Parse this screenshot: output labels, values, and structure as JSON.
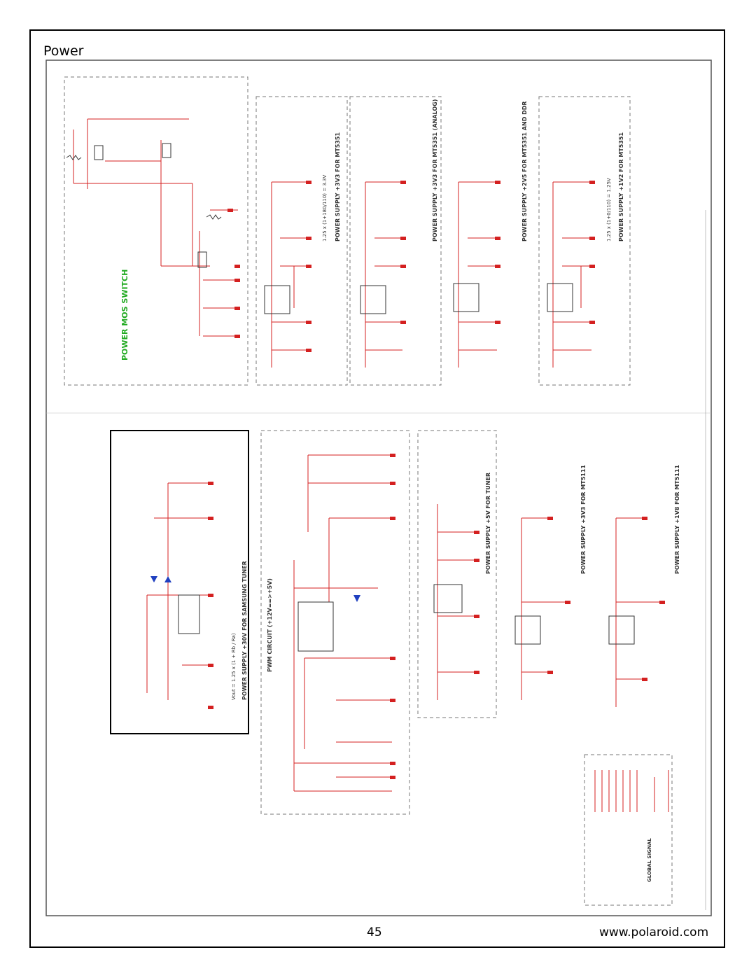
{
  "page": {
    "title": "Power",
    "page_number": "45",
    "website": "www.polaroid.com"
  },
  "sections": {
    "mos_switch": "POWER MOS SWITCH",
    "psu_3v3": "POWER SUPPLY +3V3 FOR MT5351",
    "psu_3v3_analog": "POWER SUPPLY +3V3 FOR MT5351 (ANALOG)",
    "psu_2v5": "POWER SUPPLY +2V5 FOR MT5351 AND DDR",
    "psu_1v2": "POWER SUPPLY +1V2 FOR MT5351",
    "psu_30v": "POWER SUPPLY +30V FOR SAMSUNG TUNER",
    "pwm": "PWM CIRCUIT (+12V==>+5V)",
    "psu_5v_tuner": "POWER SUPPLY +5V FOR TUNER",
    "psu_3v3_mt5111": "POWER SUPPLY +3V3 FOR MT5111",
    "psu_1v8_mt5111": "POWER SUPPLY +1V8 FOR MT5111",
    "global_signal": "GLOBAL SIGNAL"
  },
  "formulas": {
    "f_3v3": "1.25 x (1+180/110) = 3.3V",
    "f_1v2": "1.25 x (1+0/110) = 1.25V",
    "f_30v": "Vout = 1.25 x (1 + Rb / Ra)"
  },
  "colors": {
    "wire": "#d42020",
    "ink": "#333333",
    "green_title": "#22aa22",
    "blue_part": "#2040c0"
  }
}
